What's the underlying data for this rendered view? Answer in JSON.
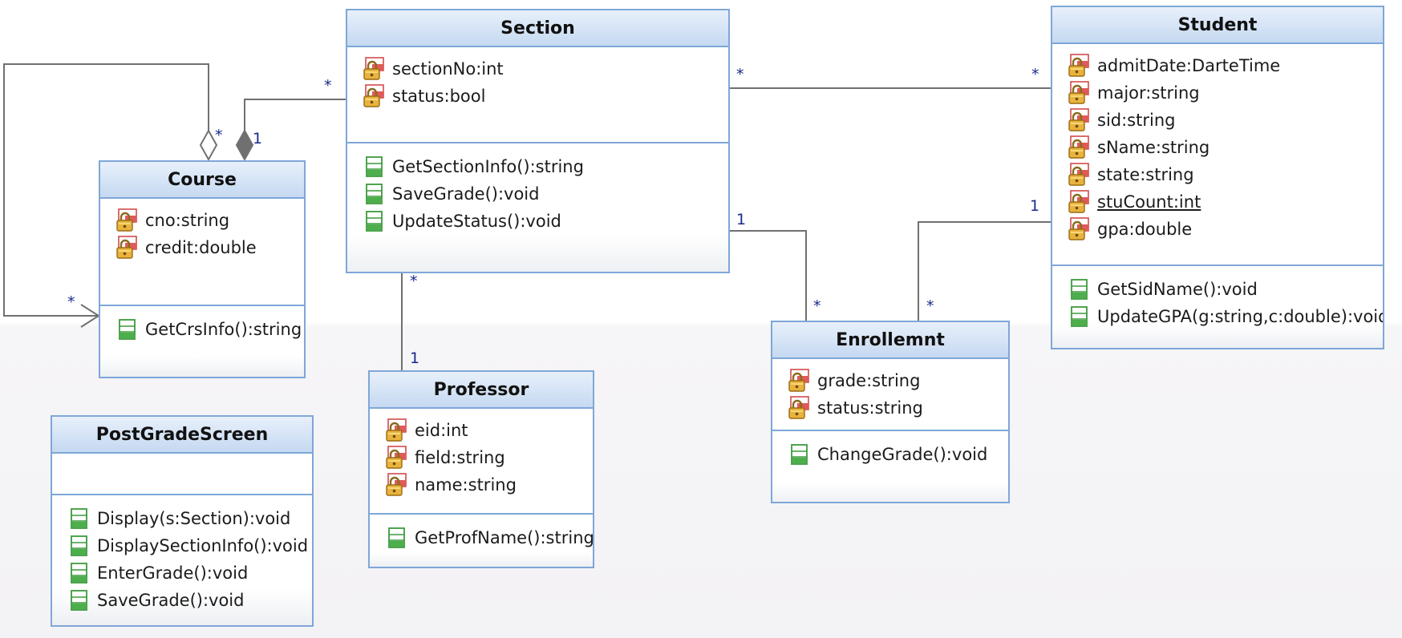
{
  "classes": {
    "section": {
      "name": "Section",
      "attributes": [
        "sectionNo:int",
        "status:bool"
      ],
      "operations": [
        "GetSectionInfo():string",
        "SaveGrade():void",
        "UpdateStatus():void"
      ]
    },
    "student": {
      "name": "Student",
      "attributes": [
        "admitDate:DarteTime",
        "major:string",
        "sid:string",
        "sName:string",
        "state:string",
        "stuCount:int",
        "gpa:double"
      ],
      "operations": [
        "GetSidName():void",
        "UpdateGPA(g:string,c:double):void"
      ]
    },
    "course": {
      "name": "Course",
      "attributes": [
        "cno:string",
        "credit:double"
      ],
      "operations": [
        "GetCrsInfo():string"
      ]
    },
    "professor": {
      "name": "Professor",
      "attributes": [
        "eid:int",
        "field:string",
        "name:string"
      ],
      "operations": [
        "GetProfName():string"
      ]
    },
    "enrollment": {
      "name": "Enrollemnt",
      "attributes": [
        "grade:string",
        "status:string"
      ],
      "operations": [
        "ChangeGrade():void"
      ]
    },
    "postgradescreen": {
      "name": "PostGradeScreen",
      "attributes": [],
      "operations": [
        "Display(s:Section):void",
        "DisplaySectionInfo():void",
        "EnterGrade():void",
        "SaveGrade():void"
      ]
    }
  },
  "multiplicities": {
    "course_self_top": "*",
    "course_self_bottom": "*",
    "course_section_course": "1",
    "course_section_section": "*",
    "section_student_section": "*",
    "section_student_student": "*",
    "section_enroll_section": "1",
    "section_enroll_enroll": "*",
    "student_enroll_student": "1",
    "student_enroll_enroll": "*",
    "section_prof_section": "*",
    "section_prof_prof": "1"
  },
  "static_attributes": [
    "stuCount:int"
  ],
  "icon_names": {
    "attribute": "private-attribute-lock-icon",
    "operation": "public-operation-icon"
  },
  "colors": {
    "header_top": "#e8f0fb",
    "header_bottom": "#c5d9f1",
    "border": "#7ea7d8",
    "connector": "#707070",
    "multiplicity": "#1a2a8a"
  }
}
